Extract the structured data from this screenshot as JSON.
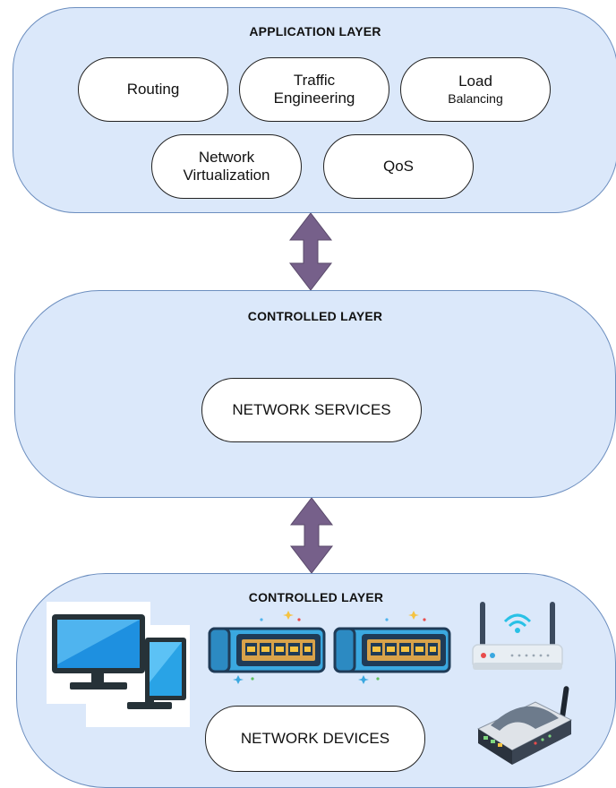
{
  "application_layer": {
    "title": "APPLICATION LAYER",
    "items": [
      {
        "line1": "Routing",
        "line2": ""
      },
      {
        "line1": "Traffic",
        "line2": "Engineering"
      },
      {
        "line1": "Load",
        "line2": "Balancing"
      },
      {
        "line1": "Network",
        "line2": "Virtualization"
      },
      {
        "line1": "QoS",
        "line2": ""
      }
    ]
  },
  "controlled_layer": {
    "title": "CONTROLLED LAYER",
    "service": "NETWORK SERVICES"
  },
  "device_layer": {
    "title": "CONTROLLED LAYER",
    "devices_label": "NETWORK DEVICES",
    "icons": [
      "desktop-computers-icon",
      "network-switch-icon",
      "network-switch-icon",
      "wifi-router-icon",
      "wireless-router-icon"
    ]
  },
  "colors": {
    "layer_fill": "#dbe8fa",
    "layer_border": "#6c8ebf",
    "arrow_fill": "#76608a"
  }
}
